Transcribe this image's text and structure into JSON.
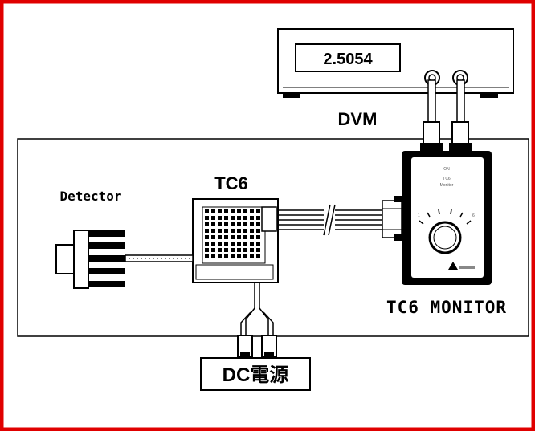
{
  "frame": {
    "border_color": "#e00000"
  },
  "dvm": {
    "label": "DVM",
    "reading": "2.5054"
  },
  "detector": {
    "label": "Detector"
  },
  "tc6": {
    "label": "TC6"
  },
  "monitor": {
    "label": "TC6 MONITOR"
  },
  "power": {
    "label": "DC電源"
  }
}
